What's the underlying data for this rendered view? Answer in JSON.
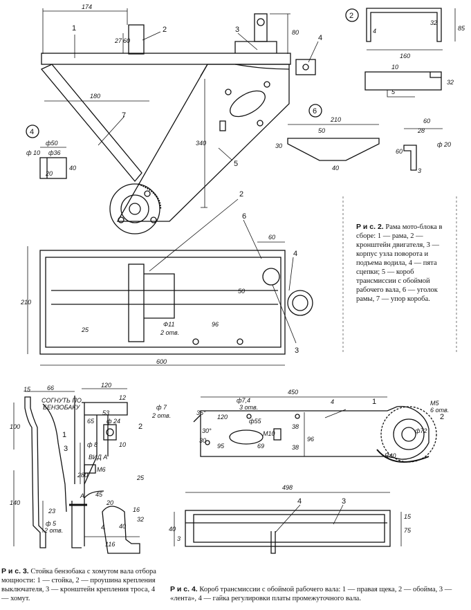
{
  "labels": {
    "l1": "1",
    "l2": "2",
    "l3": "3",
    "l4": "4",
    "l5": "5",
    "l6": "6",
    "l7": "7",
    "i2": "2",
    "i4": "4",
    "i6": "6"
  },
  "dims": {
    "d174": "174",
    "d27": "27",
    "d60a": "60",
    "d80": "80",
    "d180": "180",
    "d340": "340",
    "d36": "ф36",
    "d50": "ф50",
    "d10": "ф 10",
    "d20": "20",
    "d40": "40",
    "d160": "160",
    "d32a": "32",
    "d85": "85",
    "d4a": "4",
    "d10b": "10",
    "d32b": "32",
    "d5": "5",
    "d210a": "210",
    "d50b": "50",
    "d30": "30",
    "d40b": "40",
    "d60b": "60",
    "d28": "28",
    "d60c": "60",
    "d20b": "ф 20",
    "d3": "3",
    "d60d": "60",
    "d210b": "210",
    "d50c": "50",
    "d25": "25",
    "d96": "96",
    "d11": "Ф11",
    "d2otv": "2 отв.",
    "d600": "600"
  },
  "fig3": {
    "d66": "66",
    "d15": "15",
    "bend1": "СОГНУТЬ ПО",
    "bend2": "БЕНЗОБАКУ",
    "d100": "100",
    "d120": "120",
    "d12": "12",
    "d7": "ф 7",
    "d2otv": "2 отв.",
    "d65": "65",
    "d53": "53",
    "d24": "ф 24",
    "d8": "ф 8",
    "d10": "10",
    "vida": "ВИД А",
    "m6": "M6",
    "d280": "280",
    "d25": "25",
    "d140": "140",
    "d23": "23",
    "d45": "45",
    "d20": "20",
    "d5": "ф 5",
    "d5b": "2 отв.",
    "d116": "116",
    "d40": "40",
    "d16": "16",
    "d32": "32",
    "dA": "А",
    "n1": "1",
    "n2": "2",
    "n3": "3",
    "n4": "4"
  },
  "fig4": {
    "d450": "450",
    "d4": "4",
    "d74": "ф7,4",
    "d3otv": "3 отв.",
    "d120": "120",
    "d55": "ф55",
    "d35": "35°",
    "d30": "30°",
    "dm10": "M10",
    "d30b": "30",
    "d38": "38",
    "d96": "96",
    "d95": "95",
    "d69": "69",
    "d38b": "38",
    "m5": "M5",
    "m5b": "6 отв.",
    "d72": "ф72",
    "r40": "R40",
    "d498": "498",
    "d40": "40",
    "d3": "3",
    "d75": "75",
    "d15": "15",
    "n1": "1",
    "n2": "2",
    "n3": "3",
    "n4": "4",
    "n4b": "4"
  },
  "captions": {
    "fig2_title": "Р и с. 2.",
    "fig2_text": "Рама мото-блока в сборе: 1 — рама, 2 — кронштейн двигателя, 3 — корпус узла поворота и подъема водила, 4 — пята сцепки; 5 — короб трансмиссии с обоймой рабочего вала, 6 — уголок рамы, 7 — упор короба.",
    "fig3_title": "Р и с. 3.",
    "fig3_text": "Стойка бензобака с хомутом вала отбора мощности: 1 — стойка, 2 — проушина крепления выключателя, 3 — кронштейн крепления троса, 4 — хомут.",
    "fig4_title": "Р и с. 4.",
    "fig4_text": "Короб трансмиссии с обоймой рабочего вала: 1 — правая щека, 2 — обойма, 3 — «лента», 4 — гайка регулировки платы промежуточного вала."
  }
}
